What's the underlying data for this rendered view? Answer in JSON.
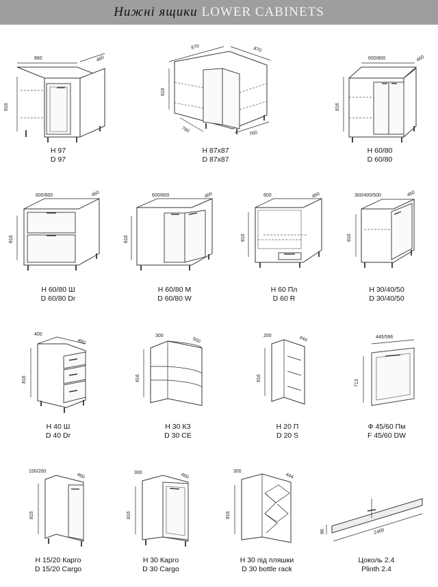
{
  "header": {
    "title_ua": "Нижні ящики",
    "title_en": "LOWER CABINETS"
  },
  "cabinets": [
    {
      "code_ua": "Н 97",
      "code_en": "D 97",
      "dims": {
        "w": "860",
        "d": "460",
        "h": "816"
      }
    },
    {
      "code_ua": "Н 87x87",
      "code_en": "D 87x87",
      "dims": {
        "w": "870",
        "w2": "870",
        "h": "816",
        "b1": "760",
        "b2": "760"
      }
    },
    {
      "code_ua": "Н 60/80",
      "code_en": "D 60/80",
      "dims": {
        "w": "600/800",
        "d": "460",
        "h": "816"
      }
    },
    {
      "code_ua": "Н 60/80 Ш",
      "code_en": "D 60/80 Dr",
      "dims": {
        "w": "600/800",
        "d": "460",
        "h": "816"
      }
    },
    {
      "code_ua": "Н 60/80 М",
      "code_en": "D 60/80 W",
      "dims": {
        "w": "600/800",
        "d": "460",
        "h": "816"
      }
    },
    {
      "code_ua": "Н 60 Пл",
      "code_en": "D 60 R",
      "dims": {
        "w": "600",
        "d": "460",
        "h": "816"
      }
    },
    {
      "code_ua": "Н 30/40/50",
      "code_en": "D 30/40/50",
      "dims": {
        "w": "300/400/500",
        "d": "460",
        "h": "816"
      }
    },
    {
      "code_ua": "Н 40 Ш",
      "code_en": "D 40 Dr",
      "dims": {
        "w": "400",
        "d": "460",
        "h": "816"
      }
    },
    {
      "code_ua": "Н 30 КЗ",
      "code_en": "D 30 CE",
      "dims": {
        "w": "300",
        "d": "550",
        "h": "816"
      }
    },
    {
      "code_ua": "Н 20 П",
      "code_en": "D 20 S",
      "dims": {
        "w": "200",
        "d": "444",
        "h": "816"
      }
    },
    {
      "code_ua": "Ф 45/60 Пм",
      "code_en": "F 45/60 DW",
      "dims": {
        "w": "445/596",
        "h": "713"
      }
    },
    {
      "code_ua": "Н 15/20 Карго",
      "code_en": "D 15/20 Cargo",
      "dims": {
        "w": "150/200",
        "d": "460",
        "h": "816"
      }
    },
    {
      "code_ua": "Н 30 Карго",
      "code_en": "D 30 Cargo",
      "dims": {
        "w": "300",
        "d": "460",
        "h": "816"
      }
    },
    {
      "code_ua": "Н 30 під пляшки",
      "code_en": "D 30 bottle rack",
      "dims": {
        "w": "300",
        "d": "444",
        "h": "816"
      }
    },
    {
      "code_ua": "Цоколь 2.4",
      "code_en": "Plinth 2.4",
      "dims": {
        "len": "2400",
        "h": "96"
      }
    }
  ]
}
